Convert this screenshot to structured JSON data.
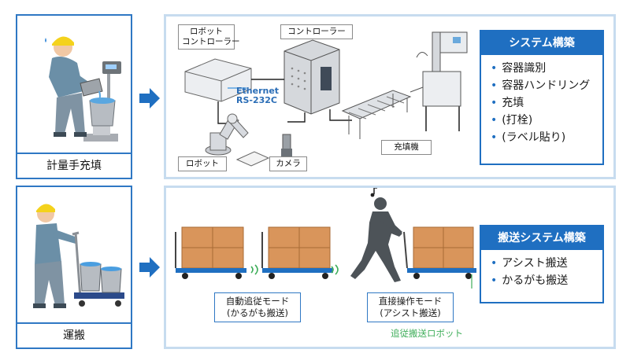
{
  "left_panels": [
    {
      "label": "計量手充填"
    },
    {
      "label": "運搬"
    }
  ],
  "top_panel": {
    "labels": {
      "robot_controller": [
        "ロボット",
        "コントローラー"
      ],
      "controller": "コントローラー",
      "robot": "ロボット",
      "camera": "カメラ",
      "filler": "充填機",
      "ethernet": "Ethernet",
      "rs232c": "RS-232C"
    },
    "system": {
      "title": "システム構築",
      "items": [
        "容器識別",
        "容器ハンドリング",
        "充填",
        "(打栓)",
        "(ラベル貼り)"
      ]
    }
  },
  "bottom_panel": {
    "modes": [
      [
        "自動追従モード",
        "(かるがも搬送)"
      ],
      [
        "直接操作モード",
        "(アシスト搬送)"
      ]
    ],
    "follower_label": "追従搬送ロボット",
    "system": {
      "title": "搬送システム構築",
      "items": [
        "アシスト搬送",
        "かるがも搬送"
      ]
    }
  },
  "colors": {
    "accent": "#1f6fc1",
    "panel_border": "#c7dcef",
    "box": "#d9955b",
    "signal": "#3fae5a"
  }
}
